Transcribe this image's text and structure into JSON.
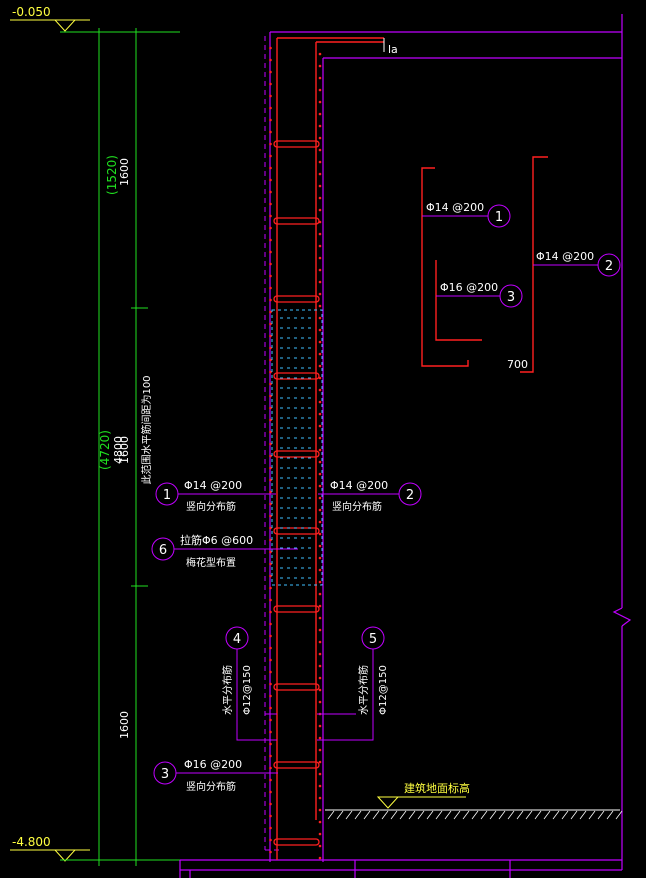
{
  "elevations": {
    "top": "-0.050",
    "bottom": "-4.800"
  },
  "dimensions": {
    "total": "4800",
    "total_paren": "(4720)",
    "seg_top": "1600",
    "seg_top_paren": "(1520)",
    "seg_mid": "1600",
    "seg_bot": "1600"
  },
  "labels": {
    "la": "la",
    "anchor_note": "此范围水平筋间距为100",
    "ground": "建筑地面标高",
    "dim_700": "700"
  },
  "rebars": {
    "r1_spec": "Φ14 @200",
    "r1_desc": "竖向分布筋",
    "r2_spec": "Φ14 @200",
    "r2_desc": "竖向分布筋",
    "r6_spec": "拉筋Φ6 @600",
    "r6_desc": "梅花型布置",
    "r3_spec": "Φ16 @200",
    "r3_desc": "竖向分布筋",
    "r4_desc": "水平分布筋",
    "r4_spec": "Φ12@150",
    "r5_desc": "水平分布筋",
    "r5_spec": "Φ12@150"
  },
  "legend": {
    "l1_spec": "Φ14 @200",
    "l2_spec": "Φ14 @200",
    "l3_spec": "Φ16 @200"
  },
  "markers": {
    "m1": "1",
    "m2": "2",
    "m3": "3",
    "m4": "4",
    "m5": "5",
    "m6": "6"
  },
  "colors": {
    "wall": "#c000ff",
    "rebar": "#ff2020",
    "dim": "#20e020",
    "text": "#ffffff",
    "note": "#ffff40",
    "tie": "#40c0ff"
  }
}
